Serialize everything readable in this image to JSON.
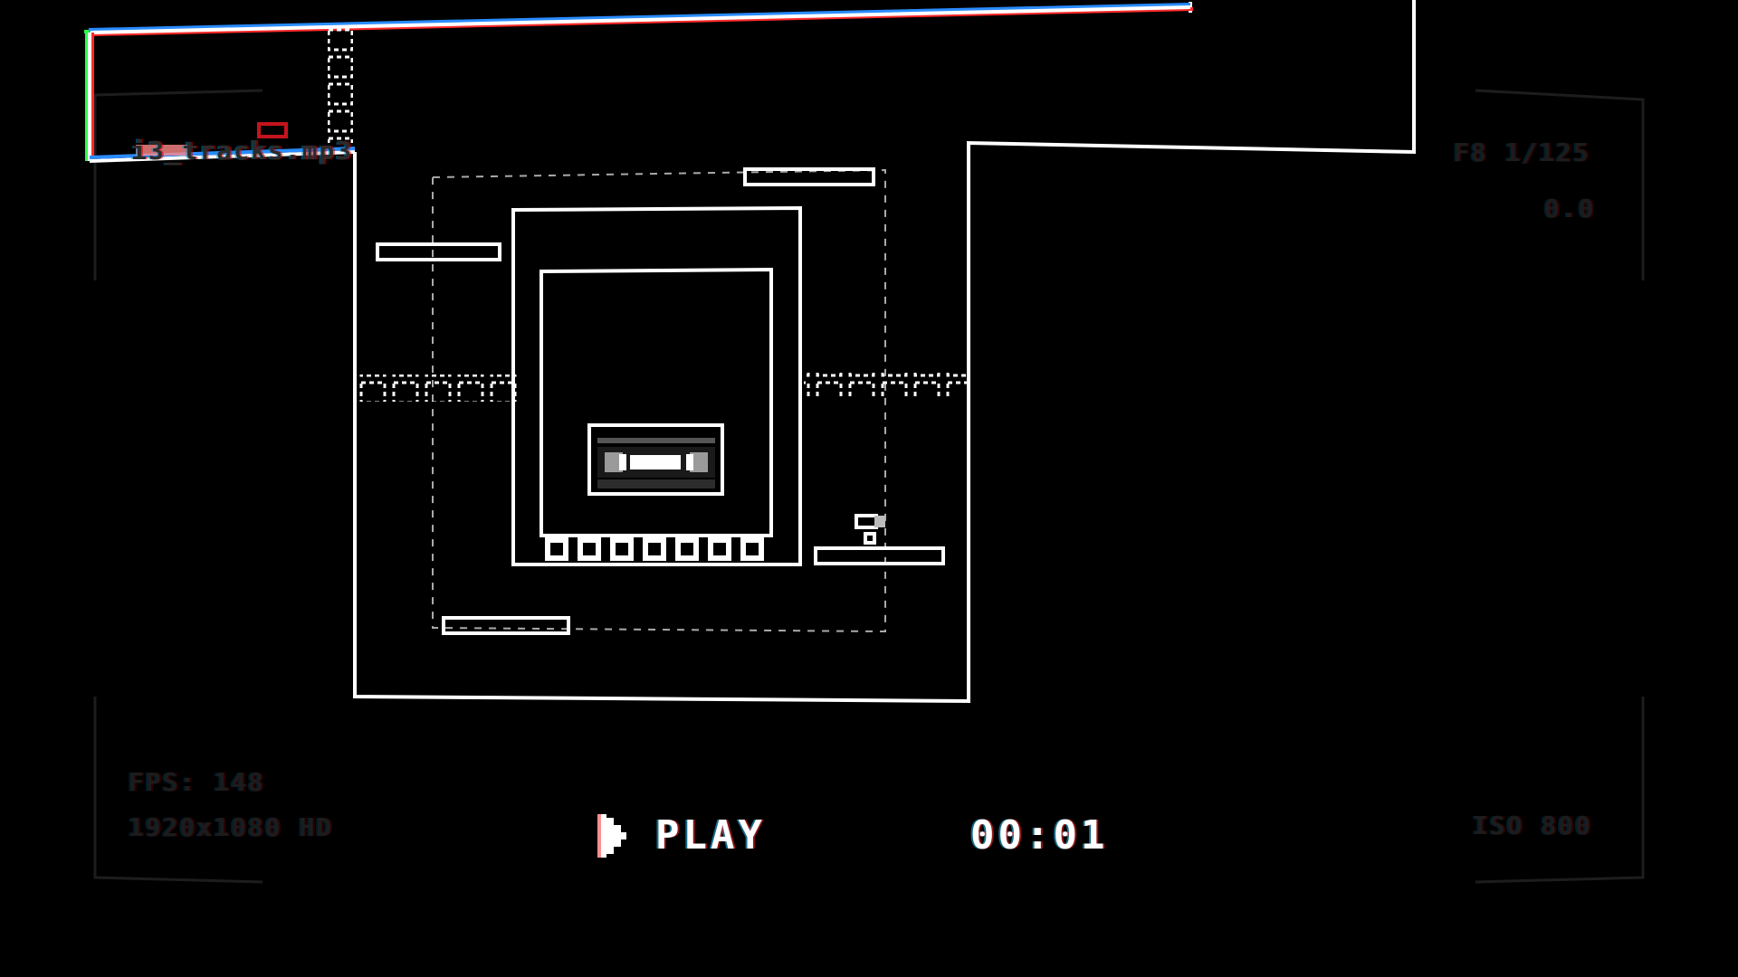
{
  "hud": {
    "filename": "i3_tracks.mp3",
    "camera_settings": "F8 1/125",
    "exposure": "0.0",
    "fps": "FPS: 148",
    "resolution": "1920x1080 HD",
    "iso": "ISO 800"
  },
  "playback": {
    "status_label": "PLAY",
    "status_icon": "play-icon",
    "timecode": "00:01"
  },
  "level": {
    "collectible": "vhs-tape-icon",
    "player": "player-character",
    "checkpoint_slots": 7,
    "colors": {
      "foreground": "#ffffff",
      "background": "#000000",
      "glitch_red": "#ff2a2a",
      "glitch_green": "#2aff4a",
      "glitch_blue": "#2a8cff",
      "hud_dim": "#1c1c1c"
    }
  }
}
